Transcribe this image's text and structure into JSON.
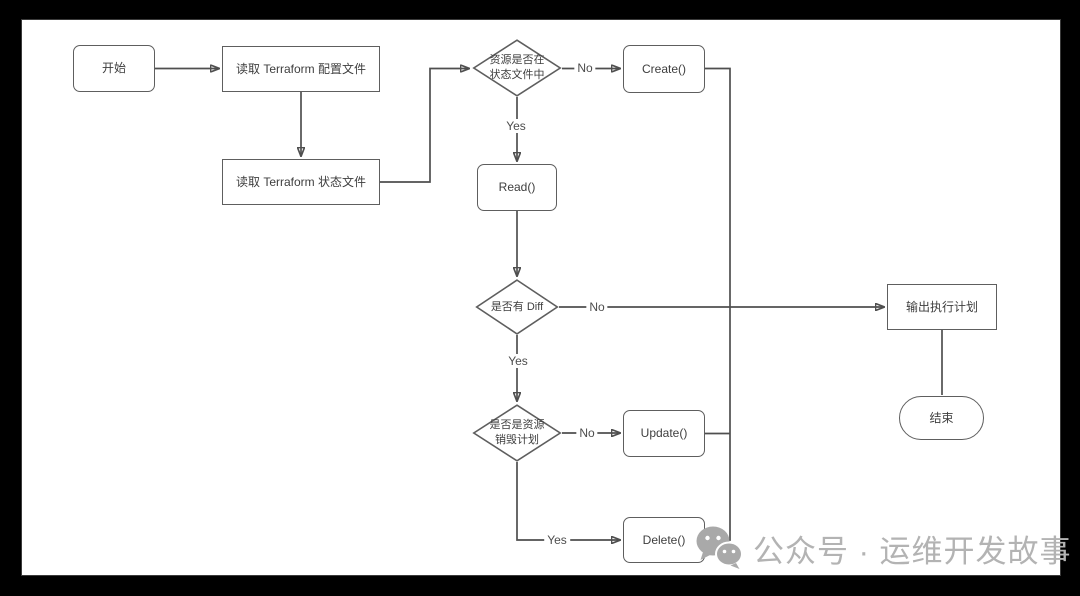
{
  "diagram": {
    "nodes": {
      "start": {
        "label": "开始",
        "shape": "rounded-rect"
      },
      "read_config": {
        "label": "读取 Terraform 配置文件",
        "shape": "rect"
      },
      "read_state": {
        "label": "读取 Terraform 状态文件",
        "shape": "rect"
      },
      "in_state_check": {
        "label_line1": "资源是否在",
        "label_line2": "状态文件中",
        "shape": "diamond"
      },
      "create": {
        "label": "Create()",
        "shape": "rounded-rect"
      },
      "read": {
        "label": "Read()",
        "shape": "rounded-rect"
      },
      "diff_check": {
        "label": "是否有 Diff",
        "shape": "diamond"
      },
      "output_plan": {
        "label": "输出执行计划",
        "shape": "rect"
      },
      "destroy_check": {
        "label_line1": "是否是资源",
        "label_line2": "销毁计划",
        "shape": "diamond"
      },
      "update": {
        "label": "Update()",
        "shape": "rounded-rect"
      },
      "delete": {
        "label": "Delete()",
        "shape": "rounded-rect"
      },
      "end": {
        "label": "结束",
        "shape": "stadium"
      }
    },
    "edge_labels": {
      "in_state_no": "No",
      "in_state_yes": "Yes",
      "diff_no": "No",
      "diff_yes": "Yes",
      "destroy_no": "No",
      "destroy_yes": "Yes"
    },
    "colors": {
      "frame": "#000000",
      "canvas_bg": "#ffffff",
      "line": "#4f4f4f",
      "node_border": "#5e5e5e",
      "node_text": "#3e3e3e",
      "arrowhead": "#333333"
    }
  },
  "watermark": {
    "icon": "wechat-icon",
    "text": "公众号 · 运维开发故事",
    "color": "#b3b3b3"
  }
}
